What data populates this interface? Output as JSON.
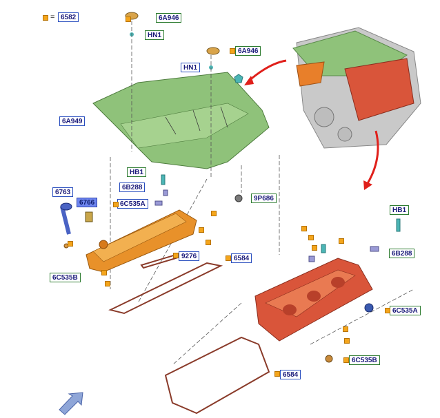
{
  "legend": {
    "symbol_label": "6582",
    "equals": "="
  },
  "callouts": {
    "c6A946_top": "6A946",
    "cHN1_top": "HN1",
    "c6A946_mid": "6A946",
    "cHN1_mid": "HN1",
    "c6A949": "6A949",
    "cHB1_left": "HB1",
    "c6B288_left": "6B288",
    "c6C535A_left": "6C535A",
    "c6763": "6763",
    "c6766": "6766",
    "c9P686": "9P686",
    "c9276": "9276",
    "c6584_mid": "6584",
    "c6C535B_left": "6C535B",
    "cHB1_right": "HB1",
    "c6B288_right": "6B288",
    "c6C535A_right": "6C535A",
    "c6C535B_right": "6C535B",
    "c6584_bottom": "6584"
  },
  "colors": {
    "cover_green": "#8fc27a",
    "head_orange": "#e87f2a",
    "head_red": "#d9553a",
    "gasket_brown": "#8a3b2a",
    "arrow_red": "#e0201b",
    "marker_orange": "#f4a51c",
    "callout_green_border": "#2f7d32",
    "callout_blue_border": "#2a4fbf",
    "callout_blue_fill": "#6f86f0"
  },
  "icons": {
    "nav_arrow": "arrow-down-left-icon",
    "marker": "square-marker-icon"
  }
}
